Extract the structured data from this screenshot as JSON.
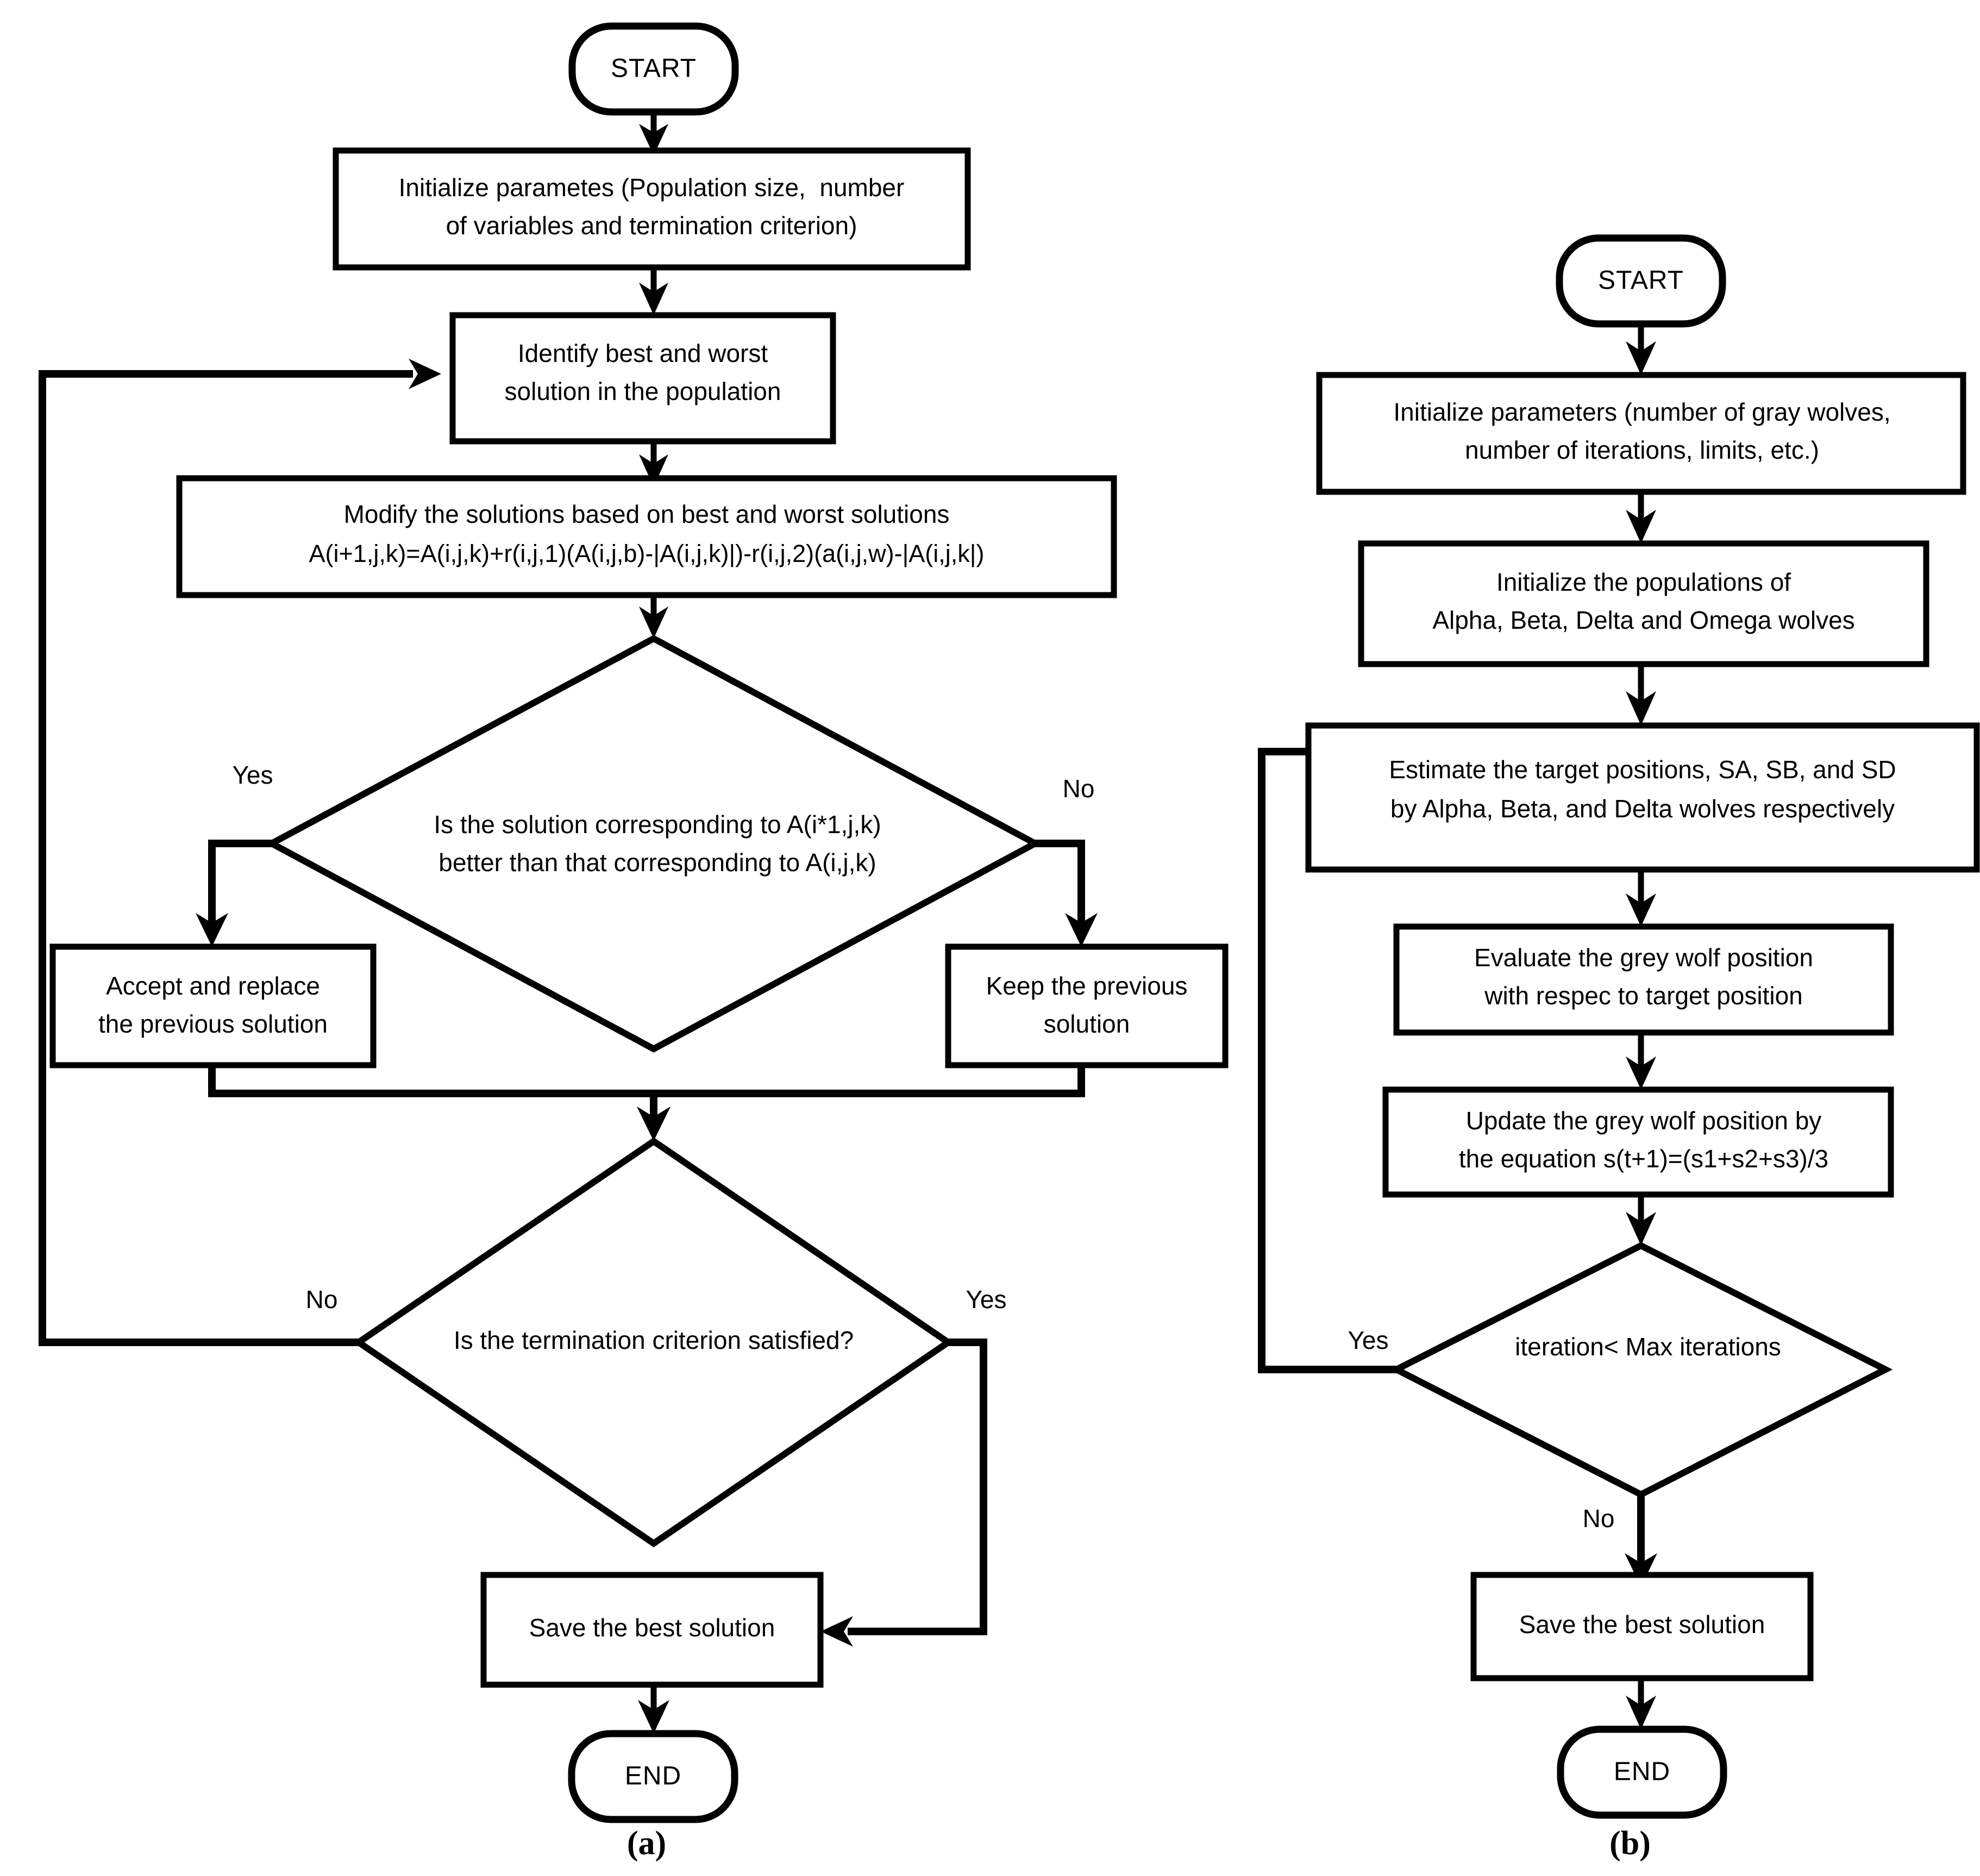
{
  "figure": {
    "background_color": "#ffffff",
    "line_color": "#000000",
    "panels": [
      {
        "caption": "(a)",
        "algorithm": "Jaya-style optimization algorithm flowchart",
        "nodes": {
          "start": "START",
          "init": "Initialize parametes (Population size,  number\nof variables and termination criterion)",
          "init_line1": "Initialize parametes (Population size,  number",
          "init_line2": "of variables and termination criterion)",
          "identify_line1": "Identify best and worst",
          "identify_line2": "solution in the population",
          "modify_line1": "Modify the solutions based on best and worst solutions",
          "modify_line2": "A(i+1,j,k)=A(i,j,k)+r(i,j,1)(A(i,j,b)-|A(i,j,k)|)-r(i,j,2)(a(i,j,w)-|A(i,j,k|)",
          "decision1_line1": "Is the solution corresponding to A(i*1,j,k)",
          "decision1_line2": "better than that corresponding to A(i,j,k)",
          "accept_line1": "Accept and replace",
          "accept_line2": "the previous solution",
          "keep_line1": "Keep the previous",
          "keep_line2": "solution",
          "decision2": "Is the termination criterion satisfied?",
          "save": "Save the best solution",
          "end": "END"
        },
        "branch_labels": {
          "decision1_yes": "Yes",
          "decision1_no": "No",
          "decision2_no": "No",
          "decision2_yes": "Yes"
        }
      },
      {
        "caption": "(b)",
        "algorithm": "Grey Wolf Optimizer flowchart",
        "nodes": {
          "start": "START",
          "init_line1": "Initialize parameters (number of gray wolves,",
          "init_line2": "number of iterations, limits, etc.)",
          "initpop_line1": "Initialize the populations of",
          "initpop_line2": "Alpha, Beta, Delta and Omega wolves",
          "estimate_line1": "Estimate the target positions, SA, SB, and SD",
          "estimate_line2": "by Alpha, Beta, and Delta wolves respectively",
          "evaluate_line1": "Evaluate the grey wolf position",
          "evaluate_line2": "with respec to target position",
          "update_line1": "Update the grey wolf position by",
          "update_line2": "the equation s(t+1)=(s1+s2+s3)/3",
          "decision": "iteration< Max iterations",
          "save": "Save the best solution",
          "end": "END"
        },
        "branch_labels": {
          "decision_yes": "Yes",
          "decision_no": "No"
        }
      }
    ]
  }
}
